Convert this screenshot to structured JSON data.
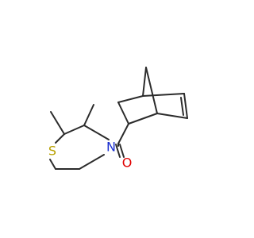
{
  "molecule": {
    "atoms": [
      {
        "id": "S",
        "label": "S",
        "color": "#b8a000"
      },
      {
        "id": "N",
        "label": "N",
        "color": "#1a2fd0"
      },
      {
        "id": "O",
        "label": "O",
        "color": "#e00000"
      }
    ]
  }
}
